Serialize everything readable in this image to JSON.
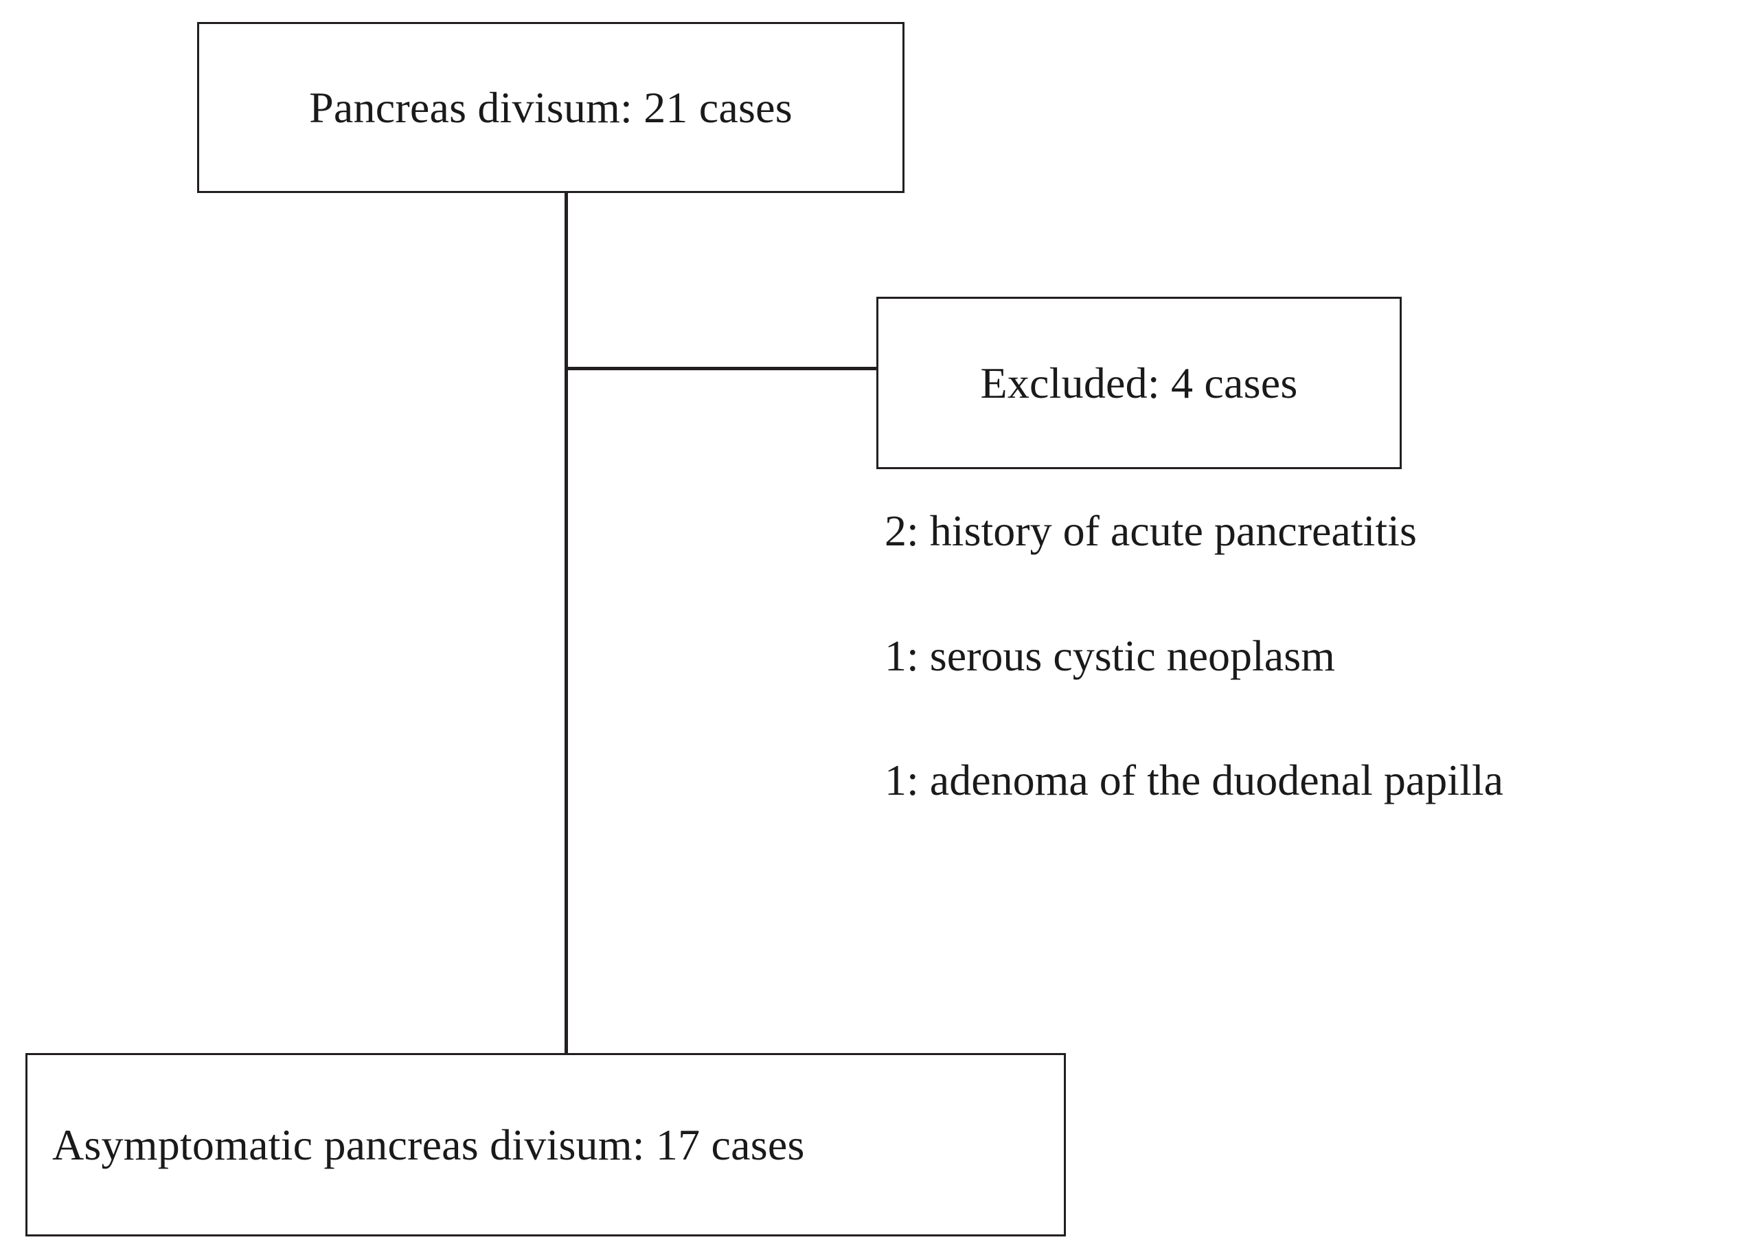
{
  "figure": {
    "type": "flow-diagram",
    "background_color": "#ffffff",
    "line_color": "#231f20",
    "text_color": "#1a1a1a"
  },
  "nodes": {
    "top": {
      "label": "Pancreas divisum: 21 cases",
      "count": 21,
      "unit": "cases"
    },
    "excluded": {
      "label": "Excluded: 4 cases",
      "count": 4,
      "unit": "cases"
    },
    "bottom": {
      "label": "Asymptomatic pancreas divisum: 17 cases",
      "count": 17,
      "unit": "cases"
    }
  },
  "exclusion_reasons": [
    {
      "text": "2: history of acute pancreatitis",
      "count": 2
    },
    {
      "text": "1: serous cystic neoplasm",
      "count": 1
    },
    {
      "text": "1: adenoma of the duodenal papilla",
      "count": 1
    }
  ]
}
